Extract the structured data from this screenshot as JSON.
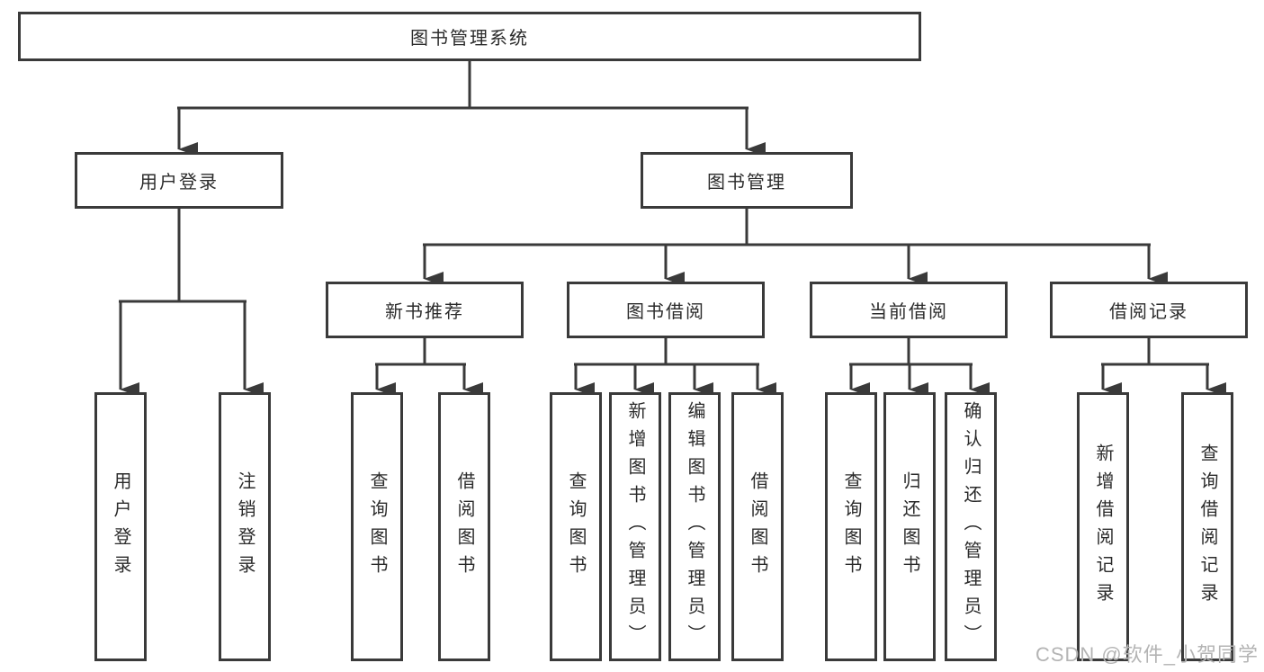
{
  "colors": {
    "line": "#3a3a3a",
    "text": "#2b2b2b",
    "bg": "#ffffff",
    "watermark": "#b4b4b4"
  },
  "watermark": {
    "text": "CSDN @软件_小贺同学"
  },
  "tree": {
    "root": {
      "label": "图书管理系统"
    },
    "branches": [
      {
        "label": "用户登录",
        "children": [
          {
            "label": "用户登录"
          },
          {
            "label": "注销登录"
          }
        ]
      },
      {
        "label": "图书管理",
        "children": [
          {
            "label": "新书推荐",
            "children": [
              {
                "label": "查询图书"
              },
              {
                "label": "借阅图书"
              }
            ]
          },
          {
            "label": "图书借阅",
            "children": [
              {
                "label": "查询图书"
              },
              {
                "label": "新增图书（管理员）"
              },
              {
                "label": "编辑图书（管理员）"
              },
              {
                "label": "借阅图书"
              }
            ]
          },
          {
            "label": "当前借阅",
            "children": [
              {
                "label": "查询图书"
              },
              {
                "label": "归还图书"
              },
              {
                "label": "确认归还（管理员）"
              }
            ]
          },
          {
            "label": "借阅记录",
            "children": [
              {
                "label": "新增借阅记录"
              },
              {
                "label": "查询借阅记录"
              }
            ]
          }
        ]
      }
    ]
  }
}
